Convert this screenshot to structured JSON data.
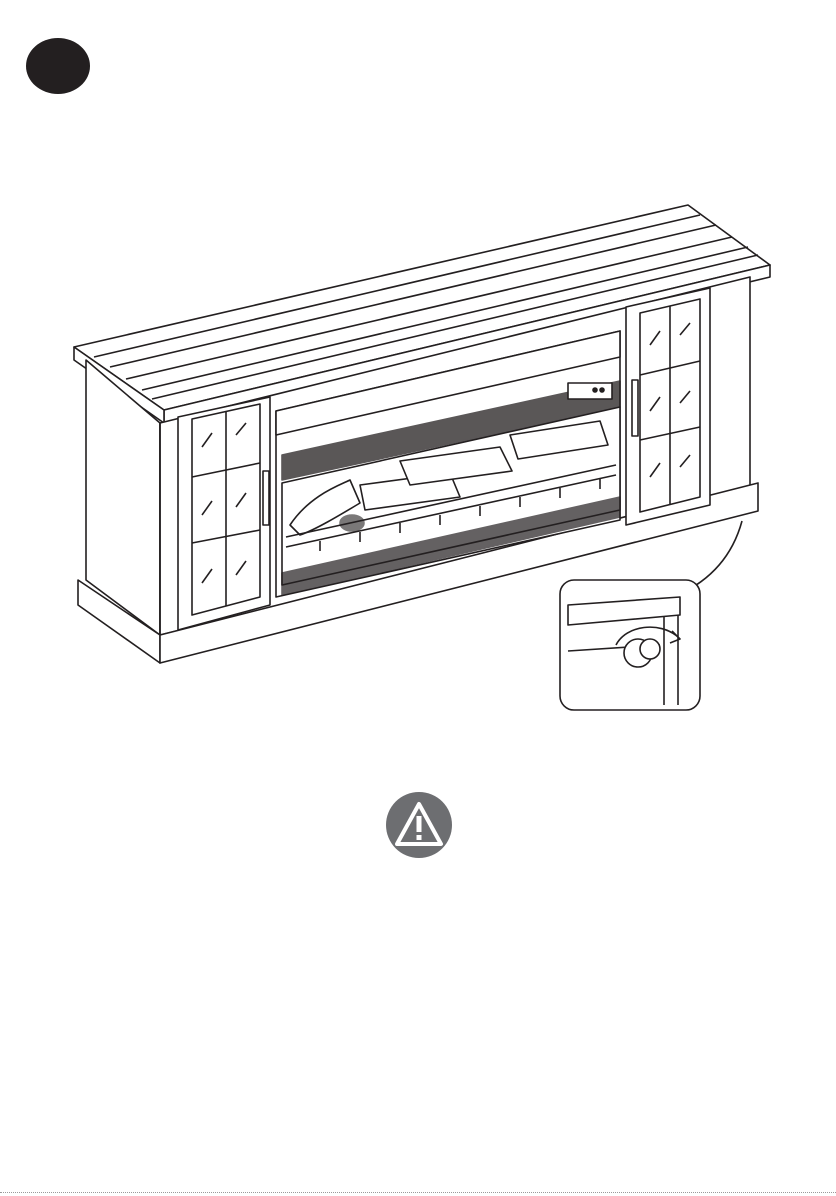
{
  "colors": {
    "ink": "#231f20",
    "warning_fill": "#6d6e71",
    "paper": "#ffffff"
  },
  "icons": {
    "step": "step-number-badge",
    "assembly": "fireplace-console-illustration",
    "detail": "leveling-foot-detail",
    "warning": "warning-triangle-icon"
  }
}
